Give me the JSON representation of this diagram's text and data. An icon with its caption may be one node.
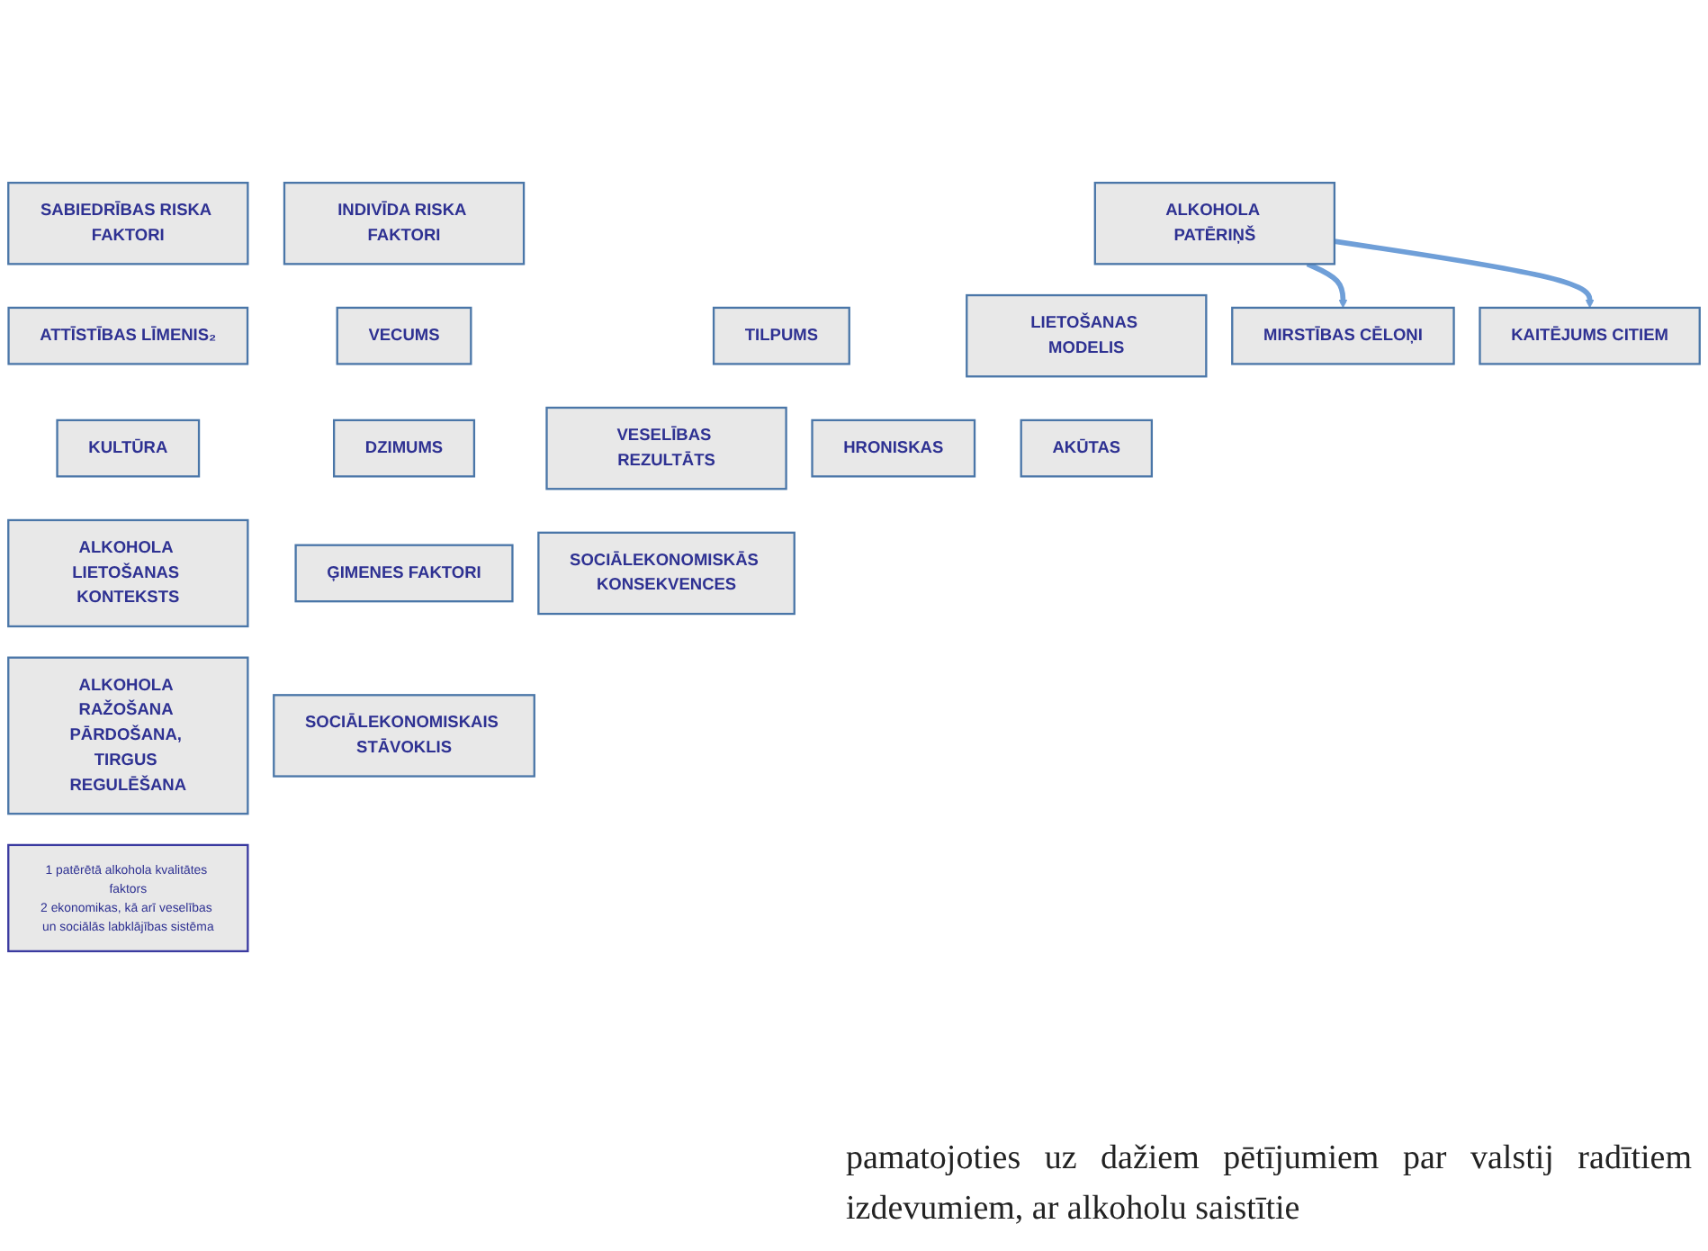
{
  "diagram": {
    "nodes": [
      {
        "text": [
          "SABIEDRĪBAS RISKA FAKTORI"
        ]
      },
      {
        "text": [
          "ALKOHOLA PATĒRIŅŠ"
        ]
      },
      {
        "text": [
          "INDIVĪDA RISKA FAKTORI"
        ]
      },
      {
        "text": [
          "ATTĪSTĪBAS LĪMENIS₂"
        ]
      },
      {
        "text": [
          "TILPUMS"
        ]
      },
      {
        "text": [
          "LIETOŠANAS MODELIS"
        ]
      },
      {
        "text": [
          "VECUMS"
        ]
      },
      {
        "text": [
          "KULTŪRA"
        ]
      },
      {
        "text": [
          "VESELĪBAS REZULTĀTS"
        ]
      },
      {
        "text": [
          "DZIMUMS"
        ]
      },
      {
        "text": [
          "ALKOHOLA LIETOŠANAS KONTEKSTS"
        ]
      },
      {
        "text": [
          "HRONISKAS"
        ]
      },
      {
        "text": [
          "AKŪTAS"
        ]
      },
      {
        "text": [
          "ĢIMENES FAKTORI"
        ]
      },
      {
        "text": [
          "ALKOHOLA RAŽOŠANA PĀRDOŠANA, TIRGUS REGULĒŠANA"
        ]
      },
      {
        "text": [
          "MIRSTĪBAS CĒLOŅI"
        ]
      },
      {
        "text": [
          "SOCIĀLEKONOMISKĀS KONSEKVENCES"
        ]
      },
      {
        "text": [
          "KAITĒJUMS CITIEM"
        ]
      },
      {
        "text": [
          "SOCIĀLEKONOMISKAIS STĀVOKLIS"
        ]
      },
      {
        "text": [
          "1 patērētā alkohola kvalitātes faktors",
          "2 ekonomikas, kā arī veselības un sociālās labklājības sistēma"
        ]
      }
    ],
    "edges": [
      {
        "from": 1,
        "to": 15,
        "arrow": "to"
      },
      {
        "from": 1,
        "to": 17,
        "arrow": "to"
      }
    ],
    "labels": [
      "pamatojoties uz dažiem pētījumiem par valstij radītiem izdevumiem, ar alkoholu saistītie"
    ]
  }
}
